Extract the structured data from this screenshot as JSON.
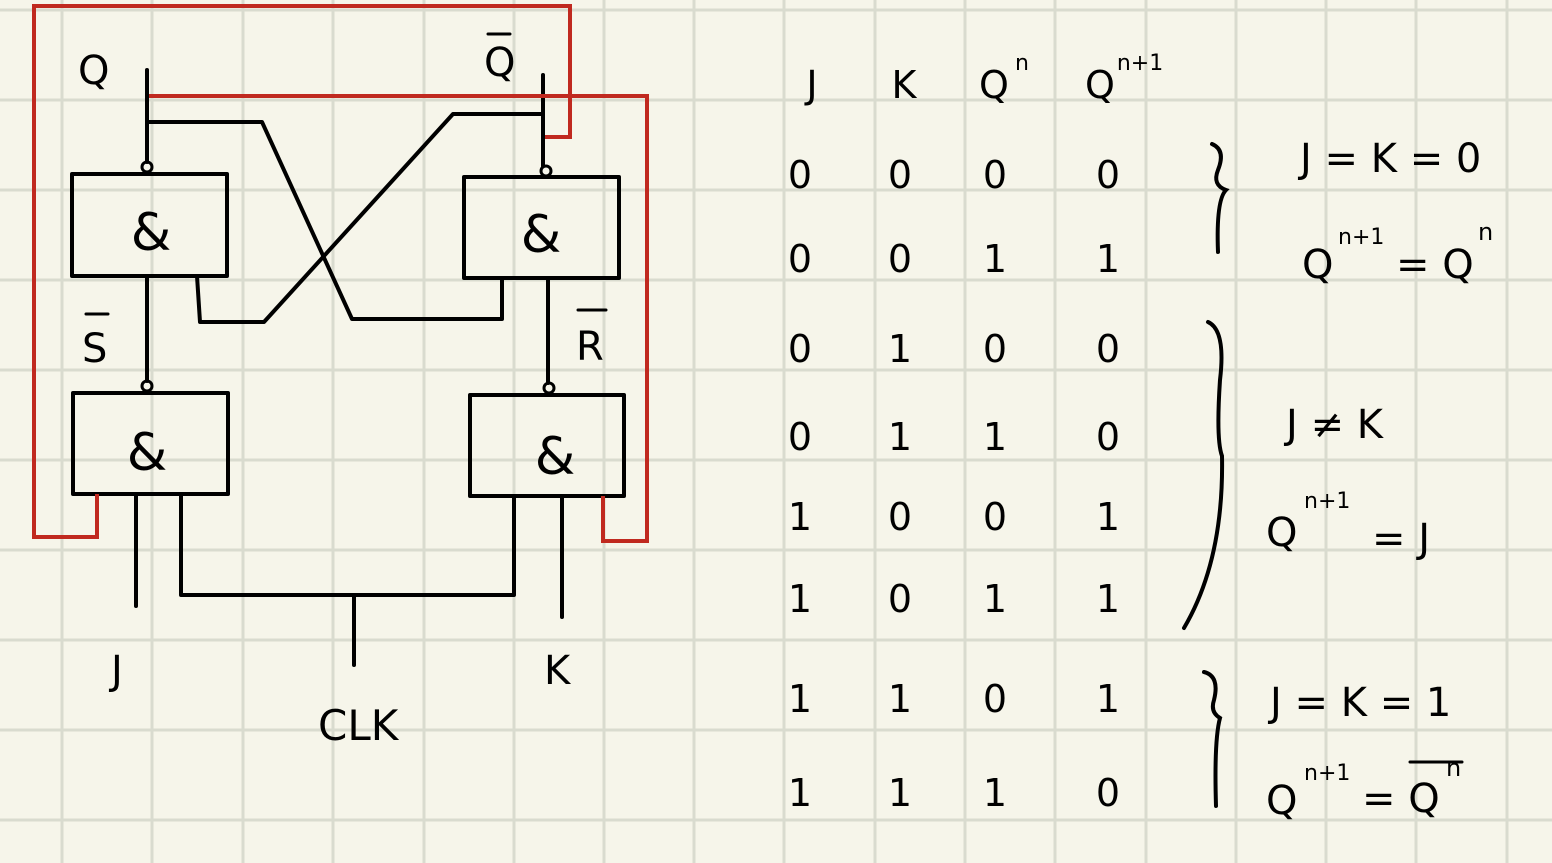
{
  "colors": {
    "paper": "#f6f5ea",
    "grid": "#d9dbcf",
    "ink": "#000000",
    "feedback": "#c0291f"
  },
  "circuit": {
    "q_label": "Q",
    "qbar_label": "Q",
    "gate_symbol": "&",
    "s_bar_label": "S",
    "r_bar_label": "R",
    "j_label": "J",
    "k_label": "K",
    "clk_label": "CLK"
  },
  "truth_table": {
    "headers": [
      "J",
      "K",
      "Q",
      "Q"
    ],
    "header_superscripts": [
      "",
      "",
      "n",
      "n+1"
    ],
    "rows": [
      [
        "0",
        "0",
        "0",
        "0"
      ],
      [
        "0",
        "0",
        "1",
        "1"
      ],
      [
        "0",
        "1",
        "0",
        "0"
      ],
      [
        "0",
        "1",
        "1",
        "0"
      ],
      [
        "1",
        "0",
        "0",
        "1"
      ],
      [
        "1",
        "0",
        "1",
        "1"
      ],
      [
        "1",
        "1",
        "0",
        "1"
      ],
      [
        "1",
        "1",
        "1",
        "0"
      ]
    ]
  },
  "annotations": [
    {
      "condition": "J = K = 0",
      "result_base": "Q",
      "result_sup": "n+1",
      "result_eq": "= Q",
      "result_eq_sup": "n",
      "result_overline": false
    },
    {
      "condition": "J ≠ K",
      "result_base": "Q",
      "result_sup": "n+1",
      "result_eq": "= J",
      "result_eq_sup": "",
      "result_overline": false
    },
    {
      "condition": "J = K = 1",
      "result_base": "Q",
      "result_sup": "n+1",
      "result_eq": "= Q",
      "result_eq_sup": "n",
      "result_overline": true
    }
  ]
}
